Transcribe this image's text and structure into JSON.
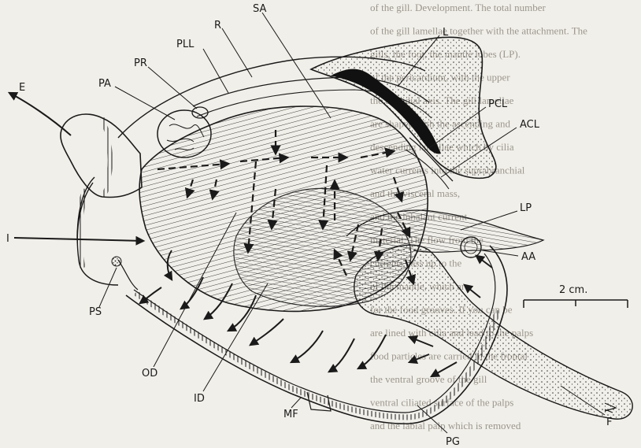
{
  "labels": {
    "E": "E",
    "PA": "PA",
    "PR": "PR",
    "PLL": "PLL",
    "R": "R",
    "SA": "SA",
    "L": "L",
    "PCL": "PCL",
    "ACL": "ACL",
    "LP": "LP",
    "AA": "AA",
    "I": "I",
    "PS": "PS",
    "OD": "OD",
    "ID": "ID",
    "MF": "MF",
    "PG": "PG",
    "F": "F"
  },
  "scale_bar": {
    "label": "2 cm."
  },
  "background_text": [
    "of the gill.   Development. The total number",
    "of the gill lamellae together with the attachment. The",
    "gills, the foot, the mantle lobes (LP).",
    "of the pericardium, with the upper",
    "the ctenidial axis. The gill lamellae",
    "are shaped with the ascending and",
    "descending lamellae which by cilia",
    "water currents into the suprabranchial",
    "and the visceral mass,",
    "and the inhalant current",
    "material. The flow from the",
    "currents pass up to the",
    "of the mantle, which are",
    "for the food grooves. If you can be",
    "are lined with cilia and lead to the palps",
    "food particles are carried in the frontal",
    "the ventral groove of the gill",
    "ventral ciliated surface of the palps",
    "and the labial palp which is removed"
  ]
}
